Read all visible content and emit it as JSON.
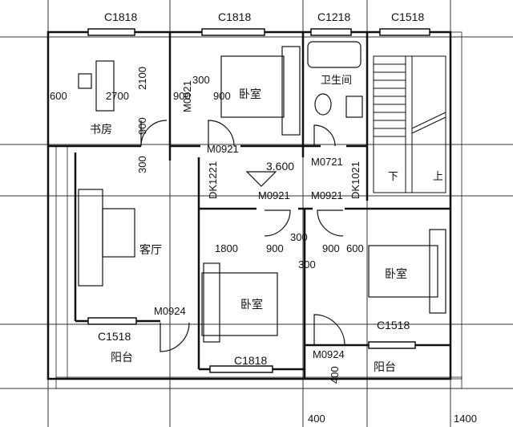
{
  "window_labels": {
    "top_c1818_a": "C1818",
    "top_c1818_b": "C1818",
    "top_c1218": "C1218",
    "top_c1518": "C1518",
    "bottom_c1518_left": "C1518",
    "bottom_c1818": "C1818",
    "bottom_c1518_right": "C1518"
  },
  "door_labels": {
    "m0921_vert": "M0921",
    "m0921_top": "M0921",
    "m0721": "M0721",
    "dk1221": "DK1221",
    "m0921_mid_left": "M0921",
    "m0921_mid_right": "M0921",
    "dk1021": "DK1021",
    "m0924_left": "M0924",
    "m0924_right": "M0924"
  },
  "room_labels": {
    "study": "书房",
    "bedroom_top": "卧室",
    "bathroom": "卫生间",
    "living": "客厅",
    "bedroom_mid": "卧室",
    "bedroom_right": "卧室",
    "balcony_left": "阳台",
    "balcony_right": "阳台",
    "stair_down": "下",
    "stair_up": "上"
  },
  "dimension_labels": {
    "d600": "600",
    "d2700": "2700",
    "d2100": "2100",
    "d900_study": "900",
    "d300_top": "300",
    "d900_a": "900",
    "d900_b": "900",
    "d300_side": "300",
    "d1800": "1800",
    "d900_mid": "900",
    "d300_mid": "300",
    "d300_mid2": "300",
    "d900_right": "900",
    "d600_right": "600",
    "d400_a": "400",
    "d400_b": "400",
    "d1400": "1400"
  },
  "elevation": "3.600"
}
